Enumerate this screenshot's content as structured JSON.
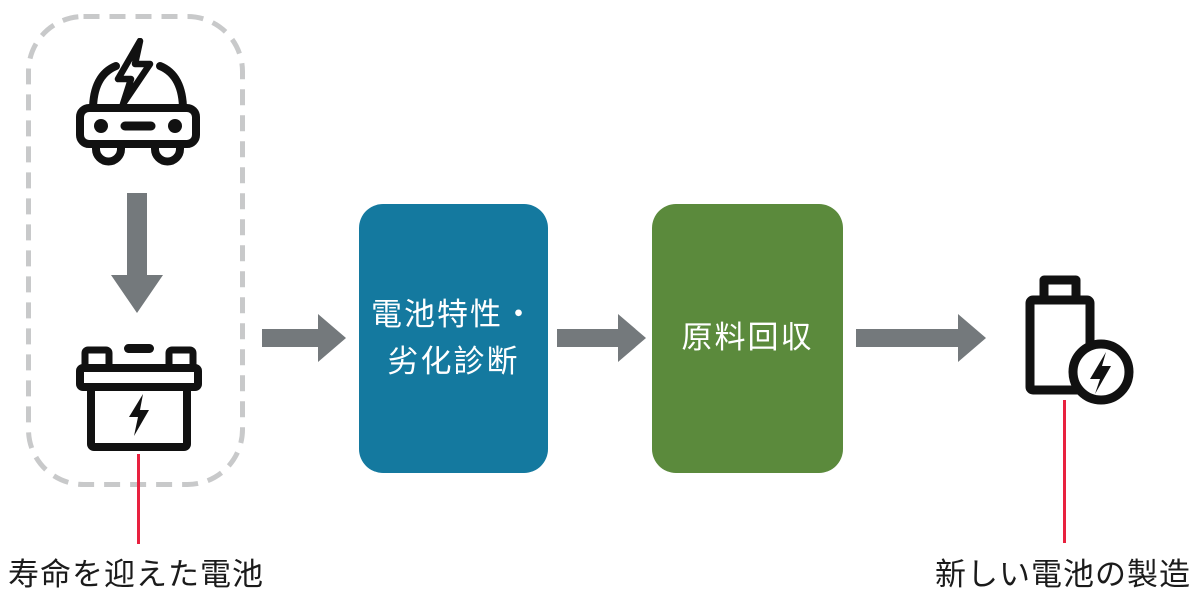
{
  "colors": {
    "background": "#ffffff",
    "step1_fill": "#14799f",
    "step2_fill": "#5b8a3c",
    "arrow_gray": "#74797c",
    "dashed_border": "#c8c9ca",
    "connector_red": "#e8213f",
    "label_text": "#1b1b1b",
    "box_text": "#ffffff",
    "icon_black": "#111111"
  },
  "flow": {
    "input_group": {
      "icons": [
        {
          "name": "ev-car-icon"
        },
        {
          "name": "down-arrow-icon"
        },
        {
          "name": "car-battery-icon"
        }
      ],
      "caption": "寿命を迎えた電池"
    },
    "steps": [
      {
        "name": "battery-diagnosis",
        "lines": [
          "電池特性・",
          "劣化診断"
        ]
      },
      {
        "name": "material-recovery",
        "lines": [
          "原料回収"
        ]
      }
    ],
    "output": {
      "icon": {
        "name": "new-battery-icon"
      },
      "caption": "新しい電池の製造"
    }
  }
}
